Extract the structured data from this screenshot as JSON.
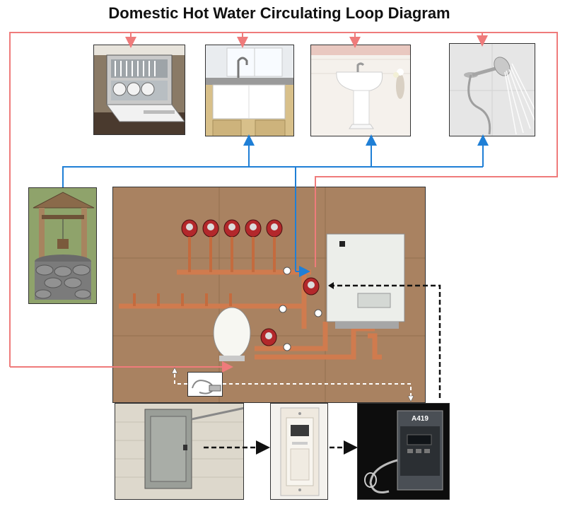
{
  "title": "Domestic Hot Water Circulating Loop Diagram",
  "controller_label": "A419",
  "colors": {
    "hot_supply": "#1f7fd6",
    "return_loop": "#ef7b7b",
    "control_wiring": "#111111",
    "sensor_wiring": "#ffffff"
  },
  "fixtures": [
    {
      "name": "dishwasher"
    },
    {
      "name": "kitchen-sink"
    },
    {
      "name": "pedestal-sink"
    },
    {
      "name": "shower-head"
    }
  ],
  "components": [
    "wishing-well",
    "boiler-manifold-board",
    "temperature-sensor",
    "electrical-panel",
    "timer-switch",
    "temperature-controller"
  ]
}
